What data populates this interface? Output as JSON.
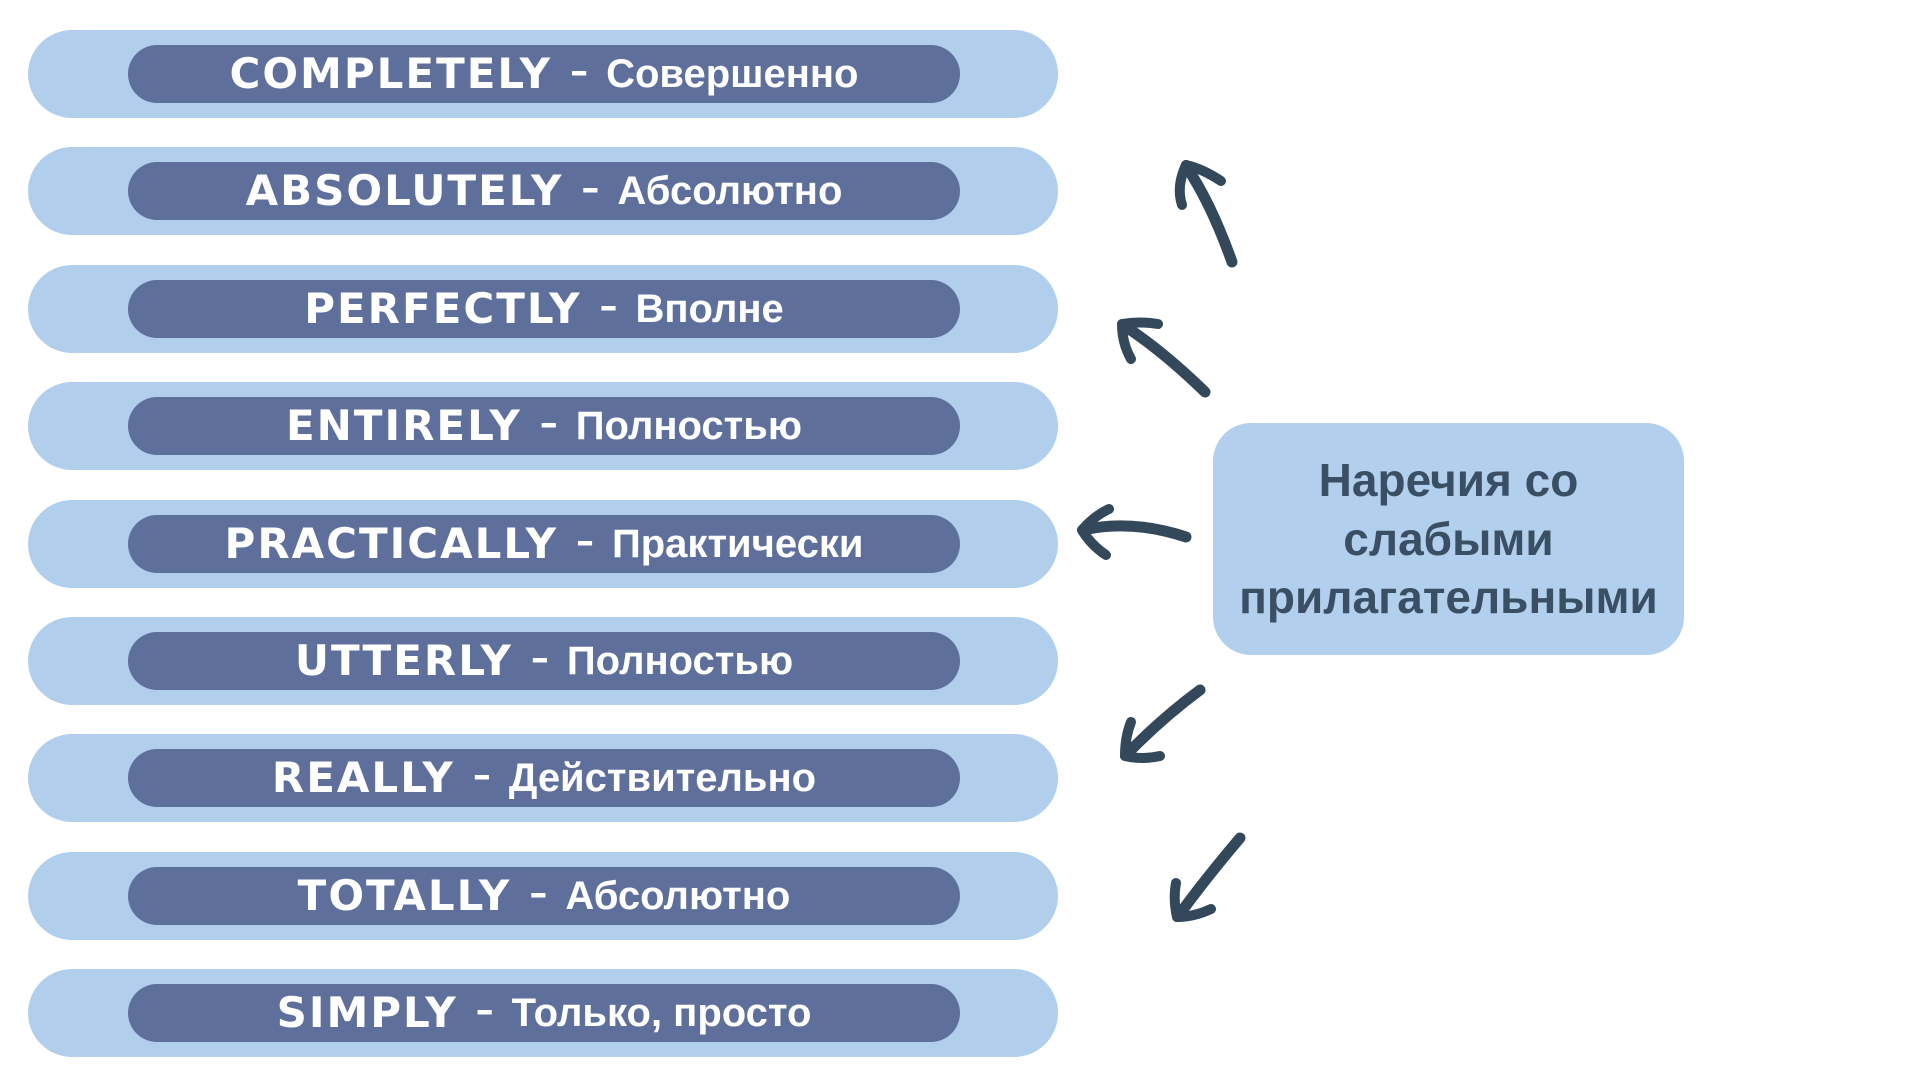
{
  "separator": "–",
  "rows": [
    {
      "en": "COMPLETELY",
      "ru": "Совершенно"
    },
    {
      "en": "ABSOLUTELY",
      "ru": "Абсолютно"
    },
    {
      "en": "PERFECTLY",
      "ru": "Вполне"
    },
    {
      "en": "ENTIRELY",
      "ru": "Полностью"
    },
    {
      "en": "PRACTICALLY",
      "ru": "Практически"
    },
    {
      "en": "UTTERLY",
      "ru": "Полностью"
    },
    {
      "en": "REALLY",
      "ru": "Действительно"
    },
    {
      "en": "TOTALLY",
      "ru": "Абсолютно"
    },
    {
      "en": "SIMPLY",
      "ru": "Только, просто"
    }
  ],
  "label": {
    "full_text": "Наречия со слабыми прилагательными",
    "lines": [
      "Наречия со",
      "слабыми",
      "прилагательными"
    ]
  },
  "icons": {
    "arrows": [
      "curved-arrow-up-icon",
      "curved-arrow-up-left-icon",
      "curved-arrow-left-icon",
      "curved-arrow-down-left-icon",
      "curved-arrow-down-left-icon"
    ]
  },
  "colors": {
    "background": "#ffffff",
    "row_outer_pill": "#b1cfec",
    "row_inner_pill": "#5f6f9c",
    "row_text": "#ffffff",
    "label_box_bg": "#b2d0ee",
    "label_text": "#3a4f63",
    "arrow": "#33485a"
  }
}
